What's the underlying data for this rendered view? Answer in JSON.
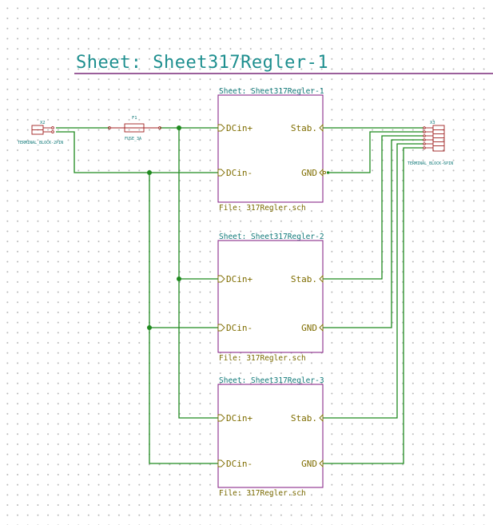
{
  "page": {
    "title": "Sheet: Sheet317Regler-1"
  },
  "sheets": [
    {
      "name": "Sheet: Sheet317Regler-1",
      "file": "File: 317Regler.sch",
      "pins": {
        "dcin_plus": "DCin+",
        "dcin_minus": "DCin-",
        "stab": "Stab.",
        "gnd": "GND"
      }
    },
    {
      "name": "Sheet: Sheet317Regler-2",
      "file": "File: 317Regler.sch",
      "pins": {
        "dcin_plus": "DCin+",
        "dcin_minus": "DCin-",
        "stab": "Stab.",
        "gnd": "GND"
      }
    },
    {
      "name": "Sheet: Sheet317Regler-3",
      "file": "File: 317Regler.sch",
      "pins": {
        "dcin_plus": "DCin+",
        "dcin_minus": "DCin-",
        "stab": "Stab.",
        "gnd": "GND"
      }
    }
  ],
  "components": {
    "x2": {
      "ref": "X2",
      "value": "TERMINAL_BLOCK-2PIN"
    },
    "f1": {
      "ref": "F1",
      "value": "FUSE_3A"
    },
    "x3": {
      "ref": "X3",
      "value": "TERMINAL_BLOCK-6PIN"
    }
  },
  "colors": {
    "wire": "#1f8a1f",
    "sheet_border": "#8a2a8a",
    "sheet_name": "#127a7a",
    "pin_text": "#7f6d00",
    "component": "#a02020",
    "title": "#1e8f8f",
    "title_underline": "#7a2a7a"
  }
}
